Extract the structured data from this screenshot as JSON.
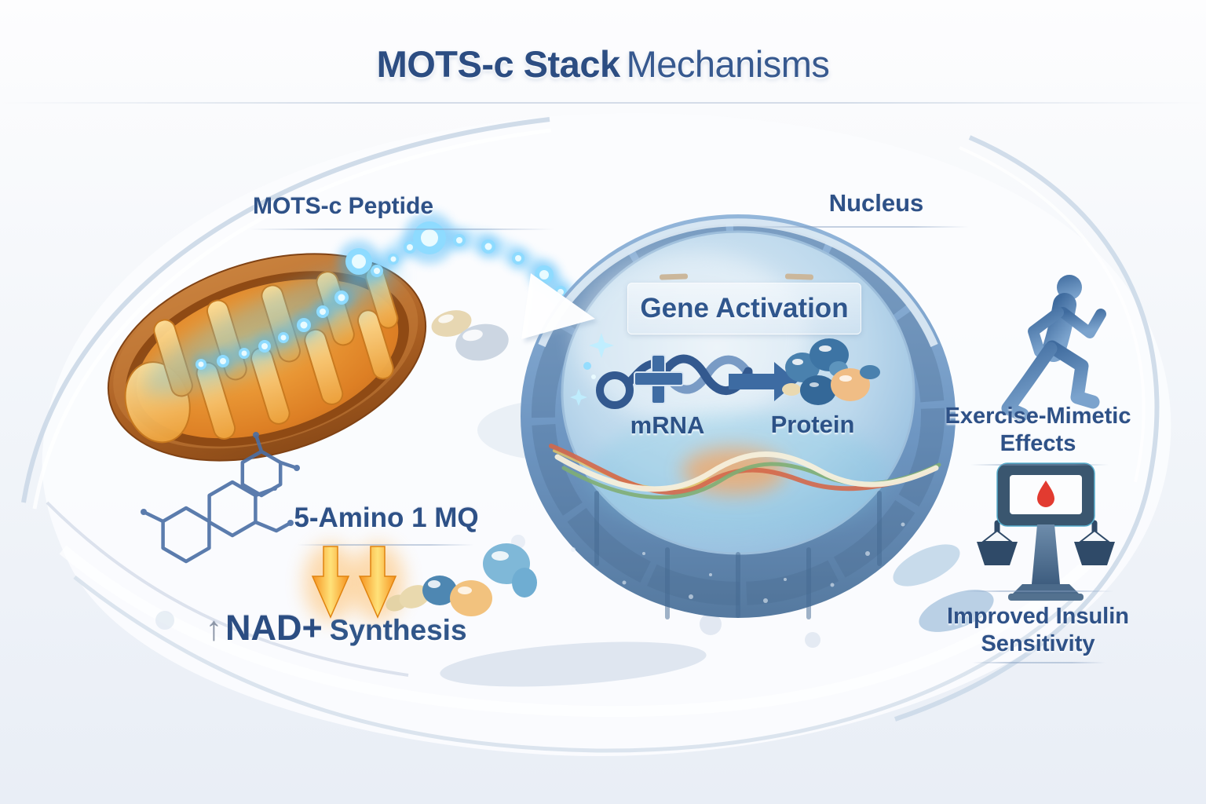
{
  "title": {
    "bold": "MOTS-c Stack",
    "regular": "Mechanisms"
  },
  "mitochondria": {
    "label": "MOTS-c Peptide"
  },
  "nucleus": {
    "label": "Nucleus",
    "panel_title": "Gene Activation",
    "mrna_label": "mRNA",
    "protein_label": "Protein"
  },
  "nad_pathway": {
    "compound_label": "5-Amino 1 MQ",
    "up_arrow": "↑",
    "nad_label": "NAD+",
    "synthesis_label": "Synthesis"
  },
  "effects": {
    "exercise_line1": "Exercise-Mimetic",
    "exercise_line2": "Effects",
    "insulin_line1": "Improved Insulin",
    "insulin_line2": "Sensitivity"
  },
  "icons": {
    "mitochondria": "mitochondria-illustration",
    "particle_trail": "peptide-particle-trail-icon",
    "entry_arrow": "white-arrowhead-icon",
    "nucleus": "nucleus-illustration",
    "mrna": "mrna-helix-icon",
    "transcription_arrow": "blue-right-arrow-icon",
    "protein": "protein-cluster-icon",
    "dna_strands": "colored-dna-strands",
    "chemical_structure": "chemical-structure-icon",
    "down_arrows": "orange-down-arrows-icon",
    "nad_molecules": "molecule-cluster-icon",
    "runner": "runner-icon",
    "insulin_scale": "blood-sugar-balance-icon"
  },
  "colors": {
    "heading_blue": "#2c4d82",
    "label_blue": "#2e5187",
    "nucleus_wall": "#6e96c2",
    "nucleus_interior": "#bcd7ea",
    "mitochondria_outer": "#a9601f",
    "cristae_gold": "#f2b254",
    "particle_cyan": "#45c4ff",
    "arrow_orange": "#f59d2a",
    "drop_red": "#e23b30",
    "runner_blue": "#4e78a8",
    "background": "#f3f6fa"
  }
}
